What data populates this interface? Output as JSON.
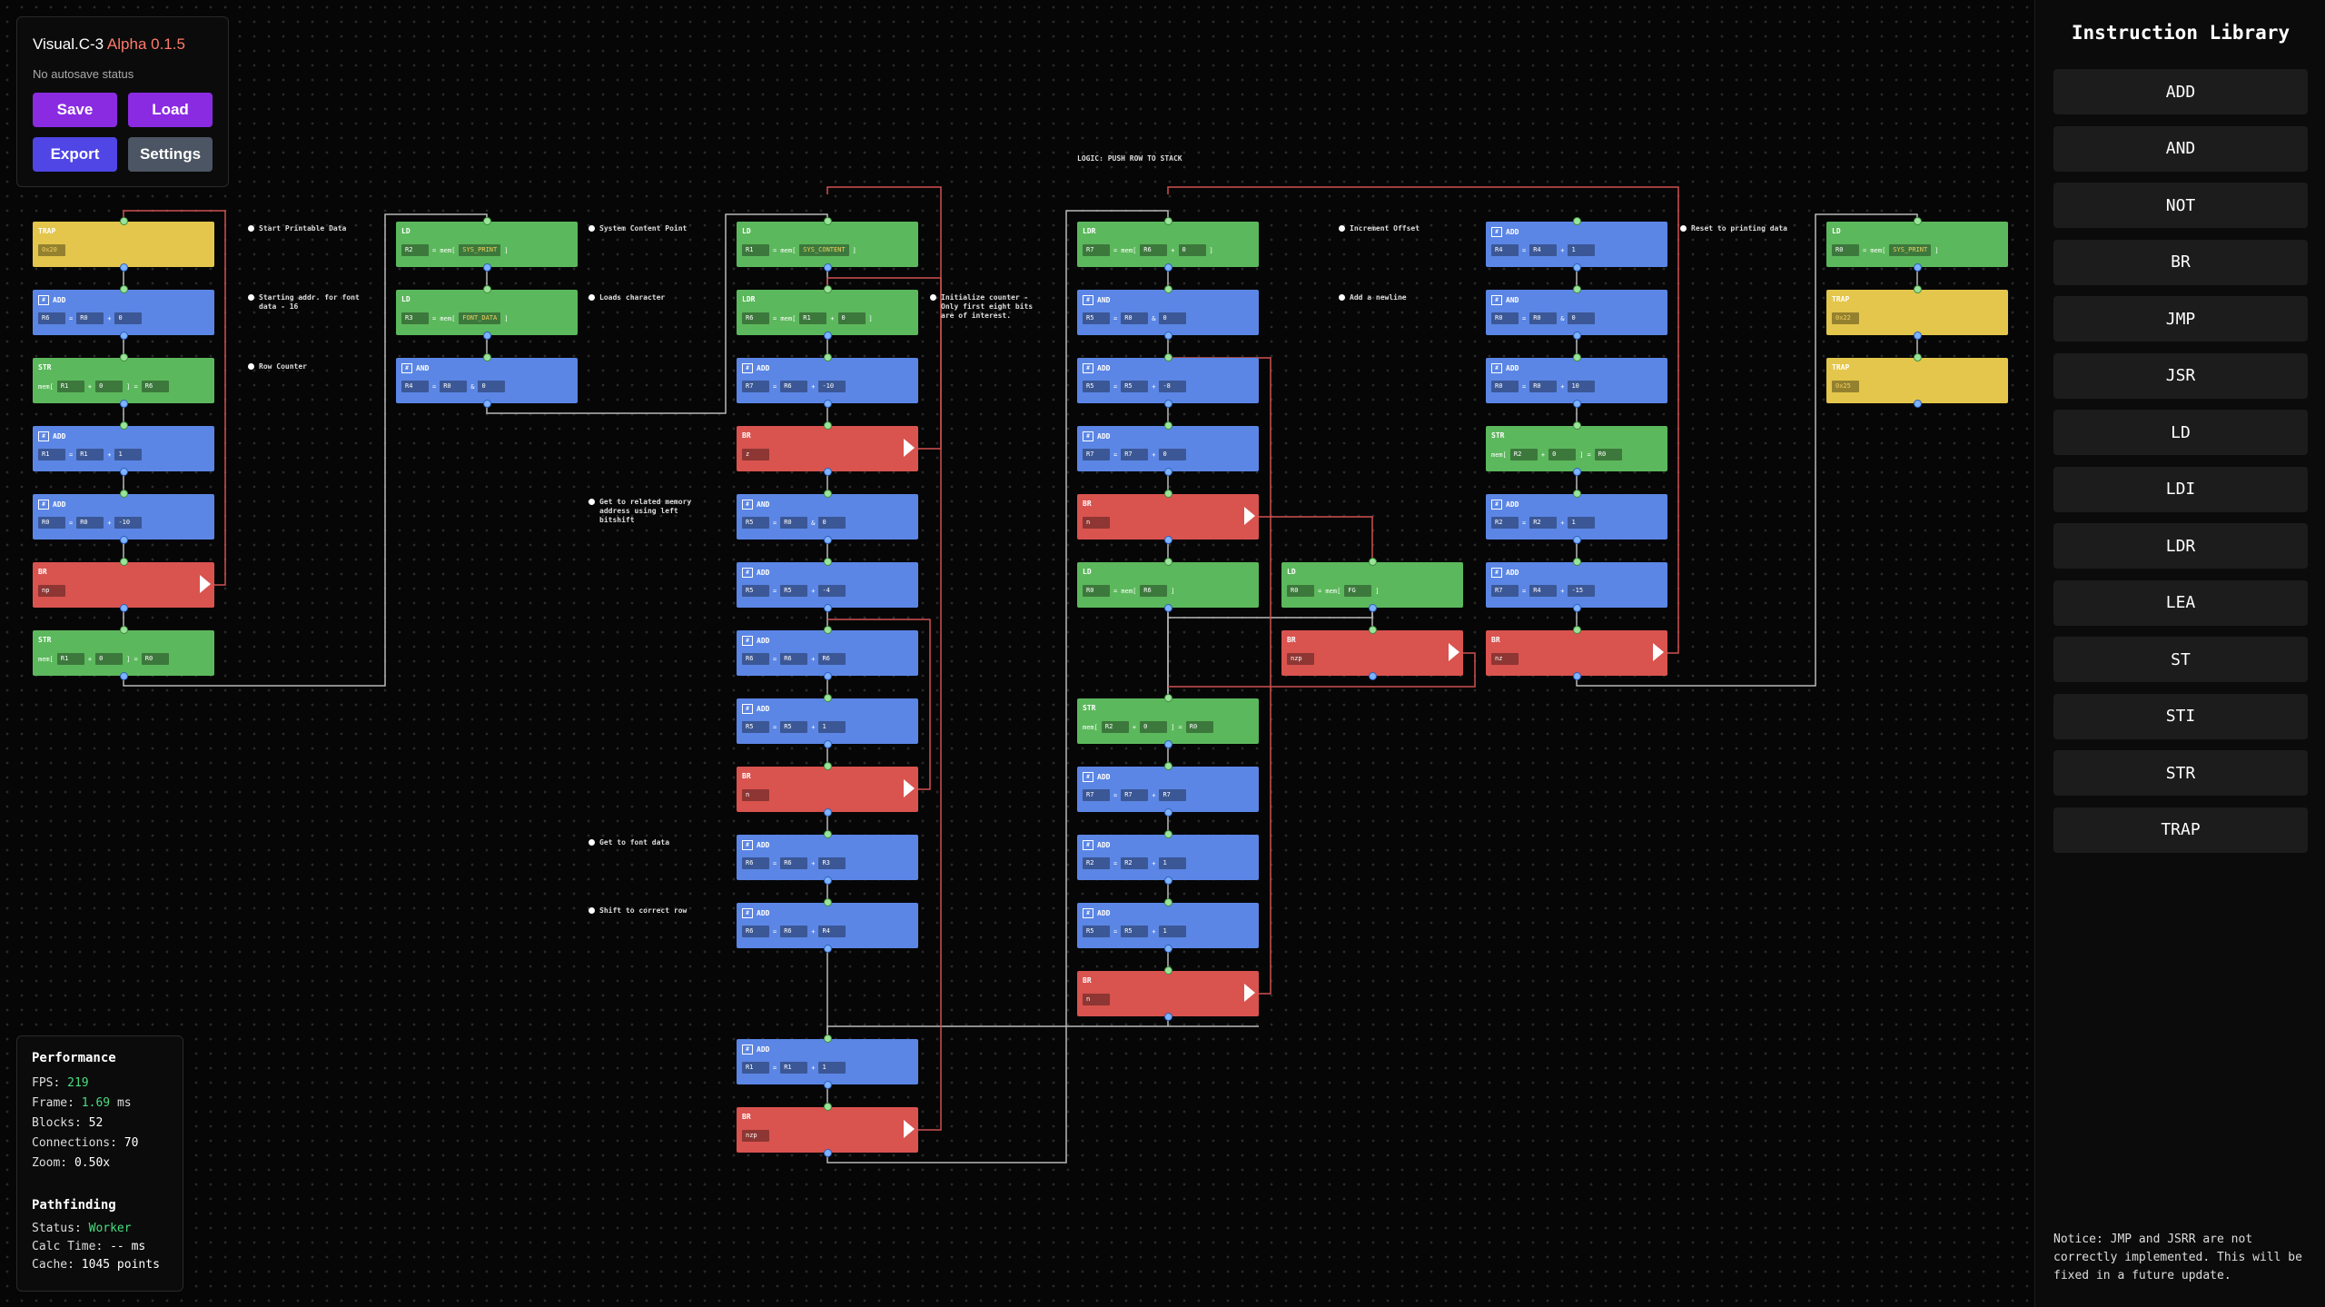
{
  "app": {
    "name": "Visual.C-3",
    "version": "Alpha 0.1.5",
    "autosave_status": "No autosave status"
  },
  "file_panel": {
    "save": "Save",
    "load": "Load",
    "export": "Export",
    "settings": "Settings"
  },
  "colors": {
    "green": "#5cb85c",
    "blue": "#5b86e5",
    "red": "#d9534f",
    "yellow": "#e3c64b",
    "wire": "#b8b8b8",
    "branch_wire": "#d05050",
    "purple": "#8a2be2",
    "indigo": "#4f46e5"
  },
  "canvas_header": "LOGIC: PUSH ROW TO STACK",
  "comments": [
    "Start Printable Data",
    "Starting addr. for font data - 16",
    "Row Counter",
    "System Content Point",
    "Loads character",
    "Initialize counter - Only first eight bits are of interest.",
    "Get to related memory address using left bitshift",
    "Get to font data",
    "Shift to correct row",
    "Increment Offset",
    "Add a newline",
    "Reset to printing data"
  ],
  "blocks": [
    {
      "op": "TRAP",
      "type": "yellow",
      "fields": [
        "0x20"
      ]
    },
    {
      "op": "ADD",
      "type": "blue",
      "fields": [
        "R6",
        "=",
        "R0",
        "+",
        "0"
      ]
    },
    {
      "op": "STR",
      "type": "green",
      "fields": [
        "mem[",
        "R1",
        "+",
        "0",
        "] =",
        "R6"
      ]
    },
    {
      "op": "ADD",
      "type": "blue",
      "fields": [
        "R1",
        "=",
        "R1",
        "+",
        "1"
      ]
    },
    {
      "op": "ADD",
      "type": "blue",
      "fields": [
        "R0",
        "=",
        "R0",
        "+",
        "-10"
      ]
    },
    {
      "op": "BR",
      "type": "red",
      "fields": [
        "np"
      ]
    },
    {
      "op": "STR",
      "type": "green",
      "fields": [
        "mem[",
        "R1",
        "+",
        "0",
        "] =",
        "R0"
      ]
    },
    {
      "op": "LD",
      "type": "green",
      "fields": [
        "R2",
        "= mem[",
        "SYS_PRINT",
        "]"
      ]
    },
    {
      "op": "LD",
      "type": "green",
      "fields": [
        "R3",
        "= mem[",
        "FONT_DATA",
        "]"
      ]
    },
    {
      "op": "AND",
      "type": "blue",
      "fields": [
        "R4",
        "=",
        "R0",
        "&",
        "0"
      ]
    },
    {
      "op": "LD",
      "type": "green",
      "fields": [
        "R1",
        "= mem[",
        "SYS_CONTENT",
        "]"
      ]
    },
    {
      "op": "LDR",
      "type": "green",
      "fields": [
        "R6",
        "= mem[",
        "R1",
        "+",
        "0",
        "]"
      ]
    },
    {
      "op": "ADD",
      "type": "blue",
      "fields": [
        "R7",
        "=",
        "R6",
        "+",
        "-10"
      ]
    },
    {
      "op": "BR",
      "type": "red",
      "fields": [
        "z"
      ]
    },
    {
      "op": "AND",
      "type": "blue",
      "fields": [
        "R5",
        "=",
        "R0",
        "&",
        "0"
      ]
    },
    {
      "op": "ADD",
      "type": "blue",
      "fields": [
        "R5",
        "=",
        "R5",
        "+",
        "-4"
      ]
    },
    {
      "op": "ADD",
      "type": "blue",
      "fields": [
        "R6",
        "=",
        "R6",
        "+",
        "R6"
      ]
    },
    {
      "op": "ADD",
      "type": "blue",
      "fields": [
        "R5",
        "=",
        "R5",
        "+",
        "1"
      ]
    },
    {
      "op": "BR",
      "type": "red",
      "fields": [
        "n"
      ]
    },
    {
      "op": "ADD",
      "type": "blue",
      "fields": [
        "R6",
        "=",
        "R6",
        "+",
        "R3"
      ]
    },
    {
      "op": "ADD",
      "type": "blue",
      "fields": [
        "R6",
        "=",
        "R6",
        "+",
        "R4"
      ]
    },
    {
      "op": "ADD",
      "type": "blue",
      "fields": [
        "R1",
        "=",
        "R1",
        "+",
        "1"
      ]
    },
    {
      "op": "BR",
      "type": "red",
      "fields": [
        "nzp"
      ]
    },
    {
      "op": "LDR",
      "type": "green",
      "fields": [
        "R7",
        "= mem[",
        "R6",
        "+",
        "0",
        "]"
      ]
    },
    {
      "op": "AND",
      "type": "blue",
      "fields": [
        "R5",
        "=",
        "R0",
        "&",
        "0"
      ]
    },
    {
      "op": "ADD",
      "type": "blue",
      "fields": [
        "R5",
        "=",
        "R5",
        "+",
        "-8"
      ]
    },
    {
      "op": "ADD",
      "type": "blue",
      "fields": [
        "R7",
        "=",
        "R7",
        "+",
        "0"
      ]
    },
    {
      "op": "BR",
      "type": "red",
      "fields": [
        "n"
      ]
    },
    {
      "op": "LD",
      "type": "green",
      "fields": [
        "R0",
        "= mem[",
        "R6",
        "]"
      ]
    },
    {
      "op": "LD",
      "type": "green",
      "fields": [
        "R0",
        "= mem[",
        "FG",
        "]"
      ]
    },
    {
      "op": "BR",
      "type": "red",
      "fields": [
        "nzp"
      ]
    },
    {
      "op": "STR",
      "type": "green",
      "fields": [
        "mem[",
        "R2",
        "+",
        "0",
        "] =",
        "R0"
      ]
    },
    {
      "op": "ADD",
      "type": "blue",
      "fields": [
        "R7",
        "=",
        "R7",
        "+",
        "R7"
      ]
    },
    {
      "op": "ADD",
      "type": "blue",
      "fields": [
        "R2",
        "=",
        "R2",
        "+",
        "1"
      ]
    },
    {
      "op": "ADD",
      "type": "blue",
      "fields": [
        "R5",
        "=",
        "R5",
        "+",
        "1"
      ]
    },
    {
      "op": "BR",
      "type": "red",
      "fields": [
        "n"
      ]
    },
    {
      "op": "ADD",
      "type": "blue",
      "fields": [
        "R4",
        "=",
        "R4",
        "+",
        "1"
      ]
    },
    {
      "op": "AND",
      "type": "blue",
      "fields": [
        "R0",
        "=",
        "R0",
        "&",
        "0"
      ]
    },
    {
      "op": "ADD",
      "type": "blue",
      "fields": [
        "R0",
        "=",
        "R0",
        "+",
        "10"
      ]
    },
    {
      "op": "STR",
      "type": "green",
      "fields": [
        "mem[",
        "R2",
        "+",
        "0",
        "] =",
        "R0"
      ]
    },
    {
      "op": "ADD",
      "type": "blue",
      "fields": [
        "R2",
        "=",
        "R2",
        "+",
        "1"
      ]
    },
    {
      "op": "ADD",
      "type": "blue",
      "fields": [
        "R7",
        "=",
        "R4",
        "+",
        "-15"
      ]
    },
    {
      "op": "BR",
      "type": "red",
      "fields": [
        "nz"
      ]
    },
    {
      "op": "LD",
      "type": "green",
      "fields": [
        "R0",
        "= mem[",
        "SYS_PRINT",
        "]"
      ]
    },
    {
      "op": "TRAP",
      "type": "yellow",
      "fields": [
        "0x22"
      ]
    },
    {
      "op": "TRAP",
      "type": "yellow",
      "fields": [
        "0x25"
      ]
    }
  ],
  "performance": {
    "title": "Performance",
    "fps_label": "FPS:",
    "fps": "219",
    "frame_label": "Frame:",
    "frame": "1.69",
    "frame_unit": "ms",
    "blocks_label": "Blocks:",
    "blocks": "52",
    "connections_label": "Connections:",
    "connections": "70",
    "zoom_label": "Zoom:",
    "zoom": "0.50x"
  },
  "pathfinding": {
    "title": "Pathfinding",
    "status_label": "Status:",
    "status": "Worker",
    "calc_label": "Calc Time:",
    "calc": "-- ms",
    "cache_label": "Cache:",
    "cache": "1045 points"
  },
  "library": {
    "title": "Instruction Library",
    "items": [
      "ADD",
      "AND",
      "NOT",
      "BR",
      "JMP",
      "JSR",
      "LD",
      "LDI",
      "LDR",
      "LEA",
      "ST",
      "STI",
      "STR",
      "TRAP"
    ],
    "notice": "Notice: JMP and JSRR are not correctly implemented. This will be fixed in a future update."
  }
}
